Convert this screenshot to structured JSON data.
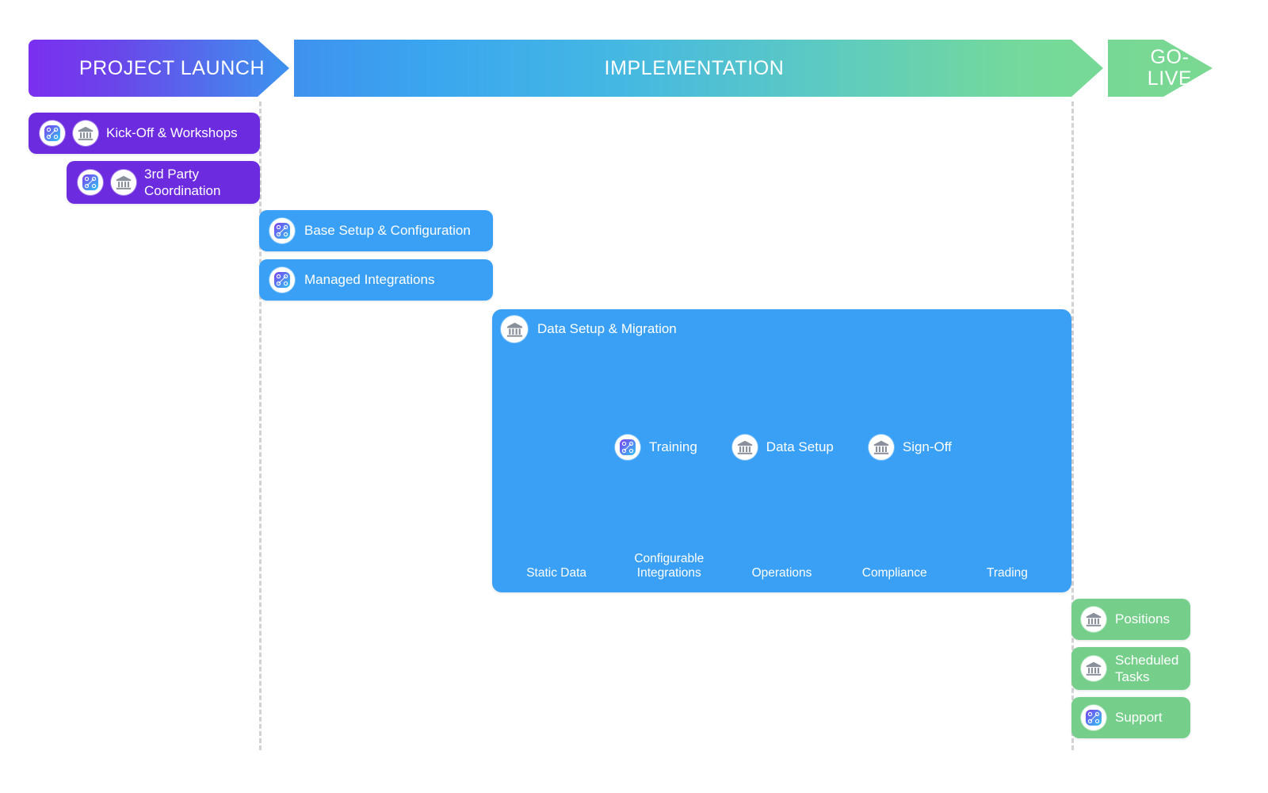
{
  "banner": {
    "phases": [
      {
        "label": "PROJECT LAUNCH",
        "color": "#7b2ff0"
      },
      {
        "label": "IMPLEMENTATION",
        "color": "#3aa6ef"
      },
      {
        "label": "GO-\nLIVE",
        "color": "#7ad891"
      }
    ]
  },
  "colors": {
    "purple": "#6d2bdf",
    "blue": "#3aa0f5",
    "green": "#75cf8b",
    "guide": "#d2d2d4",
    "bank_icon": "#8a909b"
  },
  "launch_tasks": [
    {
      "label": "Kick-Off & Workshops",
      "icons": [
        "network-icon",
        "bank-icon"
      ]
    },
    {
      "label": "3rd Party\nCoordination",
      "icons": [
        "network-icon",
        "bank-icon"
      ]
    }
  ],
  "implementation_tasks": [
    {
      "label": "Base Setup & Configuration",
      "icons": [
        "network-icon"
      ]
    },
    {
      "label": "Managed Integrations",
      "icons": [
        "network-icon"
      ]
    }
  ],
  "data_panel": {
    "title": "Data Setup & Migration",
    "title_icon": "bank-icon",
    "milestones": [
      {
        "label": "Training",
        "icon": "network-icon"
      },
      {
        "label": "Data Setup",
        "icon": "bank-icon"
      },
      {
        "label": "Sign-Off",
        "icon": "bank-icon"
      }
    ],
    "streams": [
      "Static Data",
      "Configurable\nIntegrations",
      "Operations",
      "Compliance",
      "Trading"
    ]
  },
  "golive_tasks": [
    {
      "label": "Positions",
      "icons": [
        "bank-icon"
      ]
    },
    {
      "label": "Scheduled\nTasks",
      "icons": [
        "bank-icon"
      ]
    },
    {
      "label": "Support",
      "icons": [
        "network-icon"
      ]
    }
  ]
}
